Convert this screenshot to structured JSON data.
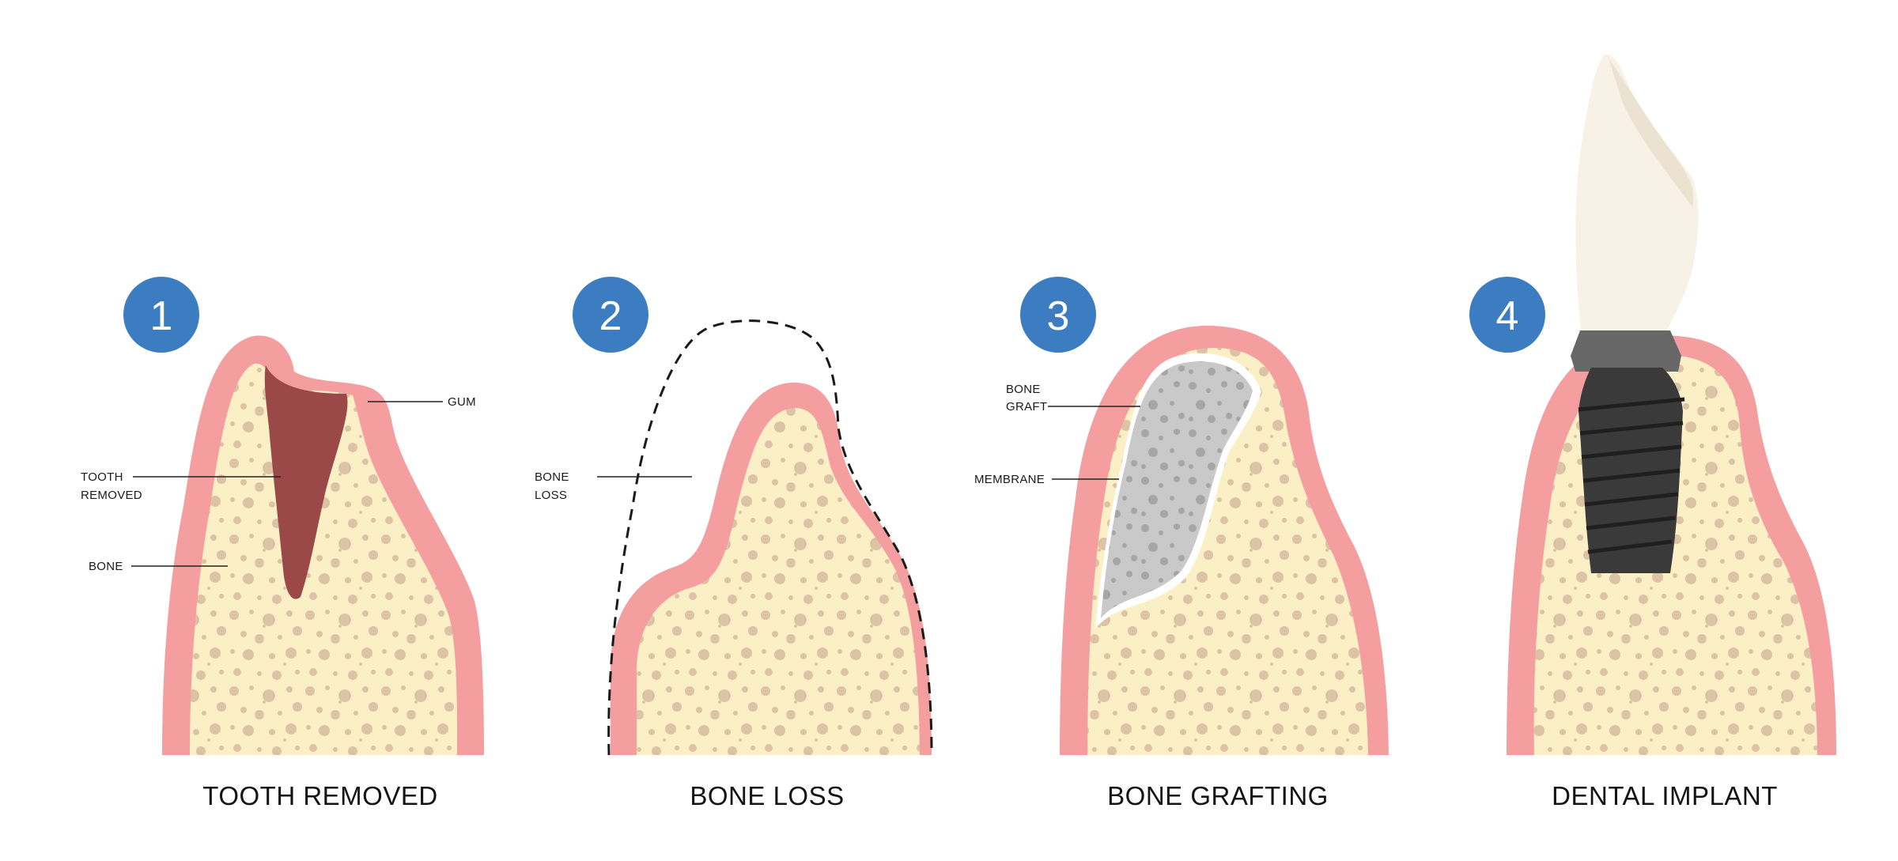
{
  "colors": {
    "gum": "#f59ea0",
    "bone": "#fbefc6",
    "bone_dots": "#dcc3a6",
    "socket": "#9a4848",
    "graft": "#c9c9c9",
    "graft_dots": "#a6a6a6",
    "implant": "#3a3a3a",
    "crown": "#f7f1e6",
    "badge": "#3b7dc0"
  },
  "steps": [
    {
      "number": "1",
      "caption": "TOOTH REMOVED",
      "labels": {
        "gum": "GUM",
        "tooth_removed_line1": "TOOTH",
        "tooth_removed_line2": "REMOVED",
        "bone": "BONE"
      }
    },
    {
      "number": "2",
      "caption": "BONE LOSS",
      "labels": {
        "bone_loss_line1": "BONE",
        "bone_loss_line2": "LOSS"
      }
    },
    {
      "number": "3",
      "caption": "BONE GRAFTING",
      "labels": {
        "bone_graft_line1": "BONE",
        "bone_graft_line2": "GRAFT",
        "membrane": "MEMBRANE"
      }
    },
    {
      "number": "4",
      "caption": "DENTAL IMPLANT",
      "labels": {}
    }
  ]
}
